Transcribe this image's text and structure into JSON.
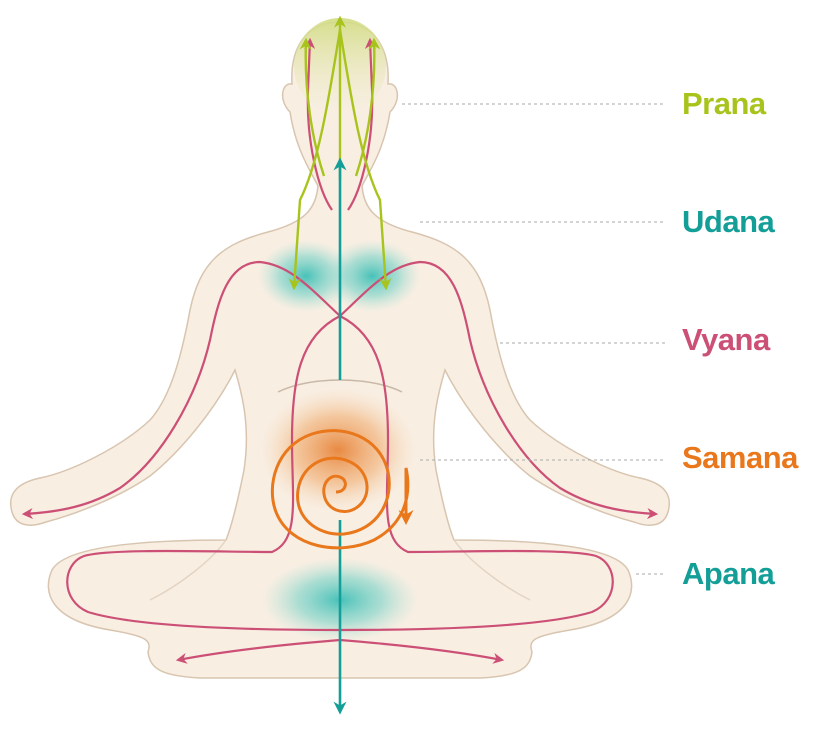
{
  "labels": [
    {
      "id": "prana",
      "text": "Prana",
      "color": "#a8c41c"
    },
    {
      "id": "udana",
      "text": "Udana",
      "color": "#149e98"
    },
    {
      "id": "vyana",
      "text": "Vyana",
      "color": "#cc4f76"
    },
    {
      "id": "samana",
      "text": "Samana",
      "color": "#e9771b"
    },
    {
      "id": "apana",
      "text": "Apana",
      "color": "#149e98"
    }
  ],
  "colors": {
    "body_fill": "#f8eee2",
    "body_outline": "#d8c5b0",
    "leader_line": "#a9a9a9",
    "prana": "#a8c41c",
    "udana": "#149e98",
    "vyana": "#cc4f76",
    "samana": "#e9771b",
    "apana": "#149e98"
  }
}
